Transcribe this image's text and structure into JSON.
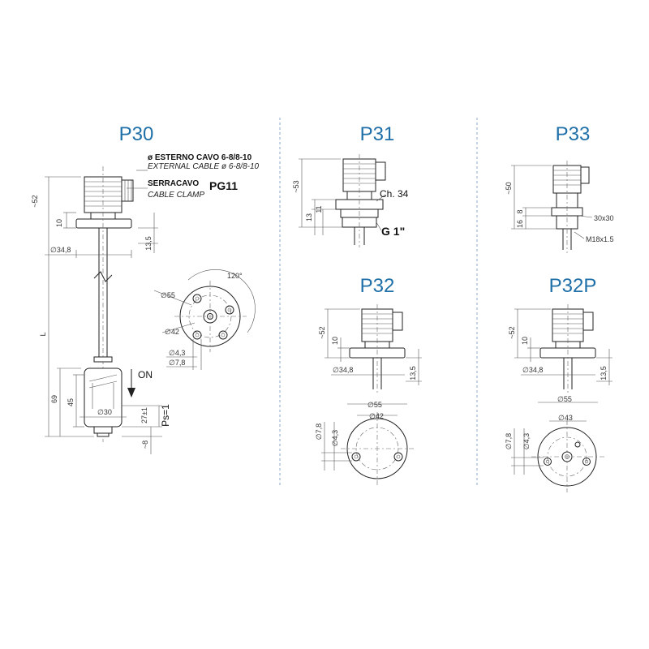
{
  "titles": {
    "p30": "P30",
    "p31": "P31",
    "p33": "P33",
    "p32": "P32",
    "p32p": "P32P"
  },
  "p30": {
    "cable_outer_bold": "ø ESTERNO CAVO  6-8/8-10",
    "cable_outer_italic": "EXTERNAL CABLE ø 6-8/8-10",
    "clamp_bold": "SERRACAVO",
    "clamp_italic": "CABLE CLAMP",
    "clamp_size": "PG11",
    "dim_52": "~52",
    "dim_10": "10",
    "dim_13_5": "13,5",
    "dim_d34_8": "∅34,8",
    "dim_L": "L",
    "dim_69": "69",
    "dim_45": "45",
    "dim_d30": "∅30",
    "dim_27": "27±1",
    "dim_ps": "Ps=1",
    "dim_8": "~8",
    "on_label": "ON",
    "angle_120": "120°",
    "dim_d55": "∅55",
    "dim_d42": "∅42",
    "dim_d4_3": "∅4,3",
    "dim_d7_8": "∅7,8"
  },
  "p31": {
    "dim_53": "~53",
    "dim_11": "11",
    "dim_13": "13",
    "ch": "Ch. 34",
    "thread": "G 1\""
  },
  "p33": {
    "dim_50": "~50",
    "dim_8": "8",
    "dim_16": "16",
    "hex": "30x30",
    "thread": "M18x1.5"
  },
  "p32": {
    "dim_52": "~52",
    "dim_10": "10",
    "dim_d34_8": "∅34,8",
    "dim_13_5": "13,5",
    "dim_d55": "∅55",
    "dim_d42": "∅42",
    "dim_d7_8": "∅7,8",
    "dim_d4_3": "∅4,3"
  },
  "p32p": {
    "dim_52": "~52",
    "dim_10": "10",
    "dim_d34_8": "∅34,8",
    "dim_13_5": "13,5",
    "dim_d55": "∅55",
    "dim_d43": "∅43",
    "dim_d7_8": "∅7,8",
    "dim_d4_3": "∅4,3"
  }
}
